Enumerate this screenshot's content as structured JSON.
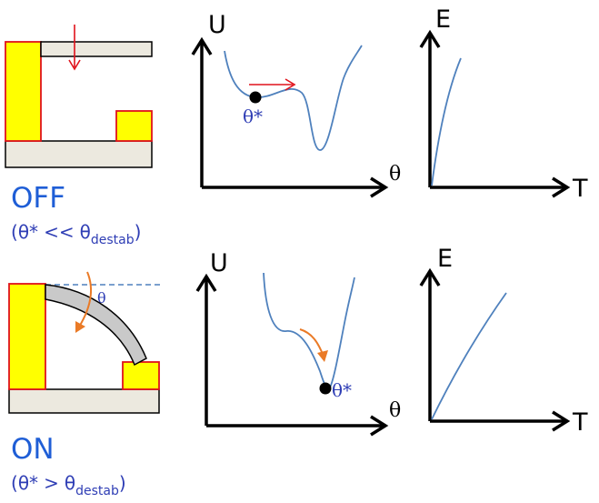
{
  "colors": {
    "beam_fill": "#ece9df",
    "yellow": "#ffff00",
    "red_outline": "#e0121b",
    "curve_blue": "#4f81bd",
    "text_blue": "#2f3eb5",
    "title_blue": "#1f5ed6",
    "red_arrow": "#e0121b",
    "orange_arrow": "#ea7a26",
    "gray_beam": "#c9c9c9",
    "dashed_blue": "#4f81bd"
  },
  "off_state": {
    "title": "OFF",
    "condition_open": "(",
    "condition_theta_star": "θ*",
    "condition_relation": "<<",
    "condition_theta": "θ",
    "condition_sub": "destab",
    "condition_close": ")",
    "potential": {
      "y_axis_label": "U",
      "x_axis_label": "θ",
      "minimum_label": "θ*"
    },
    "energy": {
      "y_axis_label": "E",
      "x_axis_label": "T"
    }
  },
  "on_state": {
    "title": "ON",
    "condition_open": "(",
    "condition_theta_star": "θ*",
    "condition_relation": ">",
    "condition_theta": "θ",
    "condition_sub": "destab",
    "condition_close": ")",
    "beam_angle_label": "θ",
    "potential": {
      "y_axis_label": "U",
      "x_axis_label": "θ",
      "minimum_label": "θ*"
    },
    "energy": {
      "y_axis_label": "E",
      "x_axis_label": "T"
    }
  }
}
